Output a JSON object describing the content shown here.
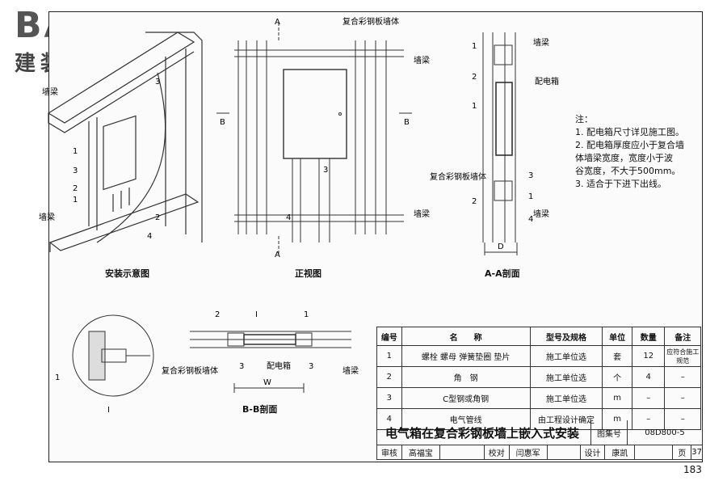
{
  "logo": {
    "latin": "BADE",
    "cn": "建装基地"
  },
  "views": {
    "install": {
      "caption": "安装示意图",
      "label_beam_top": "墙梁",
      "label_beam_bottom": "墙梁",
      "callouts": [
        "3",
        "1",
        "3",
        "2",
        "1",
        "2",
        "4"
      ]
    },
    "front": {
      "caption": "正视图",
      "label_wall": "复合彩钢板墙体",
      "label_beam_top": "墙梁",
      "label_beam_bottom": "墙梁",
      "label_wall2": "复合彩钢板墙体",
      "section_a": "A",
      "section_b": "B",
      "callouts": [
        "3",
        "4"
      ]
    },
    "section_aa": {
      "caption": "A-A剖面",
      "label_beam_top": "墙梁",
      "label_box": "配电箱",
      "label_beam_bottom": "墙梁",
      "dim_d": "D",
      "callouts": [
        "1",
        "2",
        "1",
        "3",
        "2",
        "1",
        "4"
      ]
    },
    "section_bb": {
      "caption": "B-B剖面",
      "label_wall": "复合彩钢板墙体",
      "label_box": "配电箱",
      "label_beam": "墙梁",
      "dim_w": "W",
      "callouts": [
        "2",
        "I",
        "1",
        "3",
        "3"
      ]
    },
    "detail_i": {
      "label": "I",
      "callout": "1"
    }
  },
  "notes": {
    "title": "注：",
    "items": [
      "1.  配电箱尺寸详见施工图。",
      "2.  配电箱厚度应小于复合墙",
      "    体墙梁宽度，宽度小于波",
      "    谷宽度，不大于500mm。",
      "3.  适合于下进下出线。"
    ]
  },
  "table": {
    "headers": [
      "编号",
      "名　　称",
      "型号及规格",
      "单位",
      "数量",
      "备注"
    ],
    "rows": [
      [
        "1",
        "螺栓  螺母  弹簧垫圈  垫片",
        "施工单位选",
        "套",
        "12",
        "应符合施工规范"
      ],
      [
        "2",
        "角　钢",
        "施工单位选",
        "个",
        "4",
        "–"
      ],
      [
        "3",
        "C型钢或角钢",
        "施工单位选",
        "m",
        "–",
        "–"
      ],
      [
        "4",
        "电气管线",
        "由工程设计确定",
        "m",
        "–",
        "–"
      ]
    ]
  },
  "title_block": {
    "title": "电气箱在复合彩钢板墙上嵌入式安装",
    "atlas_label": "图集号",
    "atlas_no": "08D800-5",
    "page_label": "页",
    "page_no": "37",
    "sign": [
      "审核",
      "高福宝",
      "校对",
      "闫惠军",
      "设计",
      "康凯"
    ]
  },
  "page_number": "183"
}
